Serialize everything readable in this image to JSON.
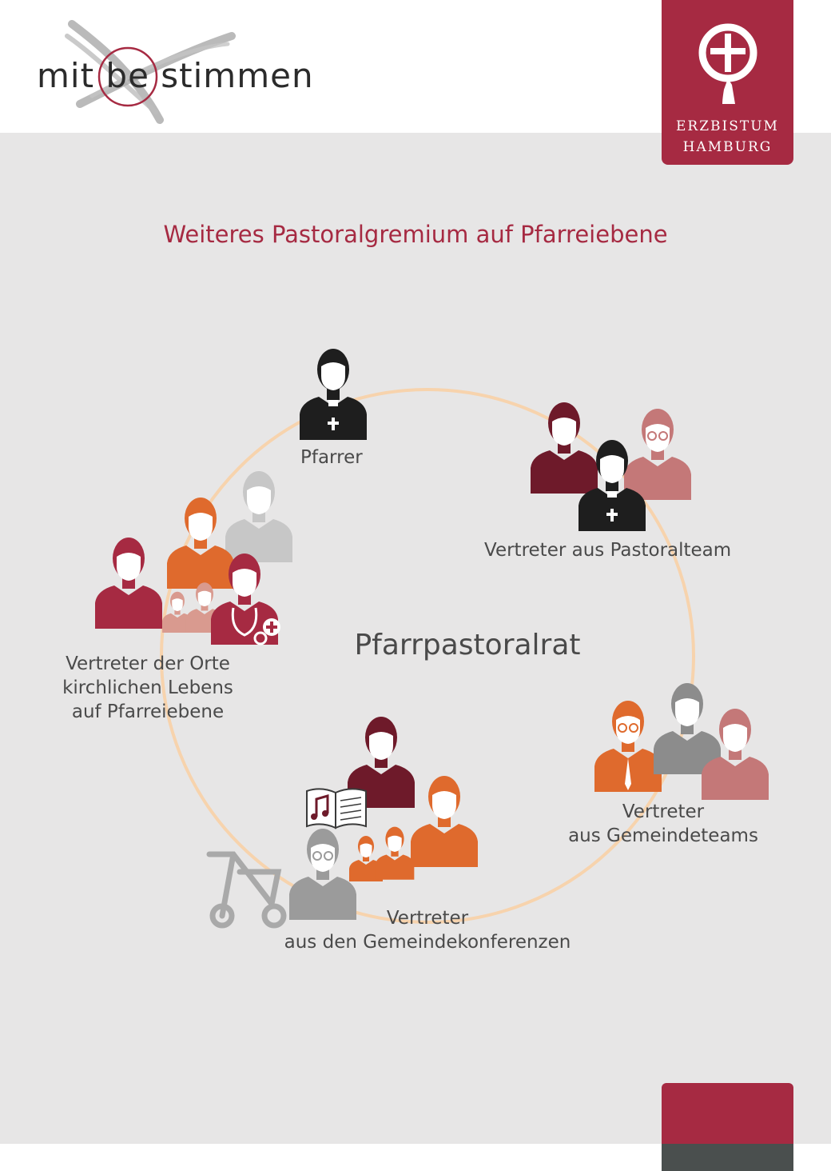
{
  "logo": {
    "part1": "mit",
    "part2": "be",
    "part3": "stimmen"
  },
  "badge": {
    "line1": "ERZBISTUM",
    "line2": "HAMBURG"
  },
  "title": "Weiteres Pastoralgremium auf Pfarreiebene",
  "center": "Pfarrpastoralrat",
  "groups": {
    "pfarrer": {
      "label": "Pfarrer"
    },
    "pastoralteam": {
      "label": "Vertreter aus Pastoralteam"
    },
    "orte": {
      "line1": "Vertreter der Orte",
      "line2": "kirchlichen Lebens",
      "line3": "auf Pfarreiebene"
    },
    "gemeindeteams": {
      "line1": "Vertreter",
      "line2": "aus Gemeindeteams"
    },
    "konferenzen": {
      "line1": "Vertreter",
      "line2": "aus den Gemeindekonferenzen"
    }
  },
  "colors": {
    "brand_red": "#a62a42",
    "dark_red": "#6e1a2a",
    "orange": "#df6a2d",
    "rose": "#c47878",
    "grey": "#8c8c8c",
    "black": "#1e1e1e",
    "background": "#e7e6e6"
  },
  "icons": [
    "cross-in-circle-icon",
    "priest-icon",
    "person-icon",
    "doctor-icon",
    "music-book-icon",
    "walker-icon"
  ]
}
